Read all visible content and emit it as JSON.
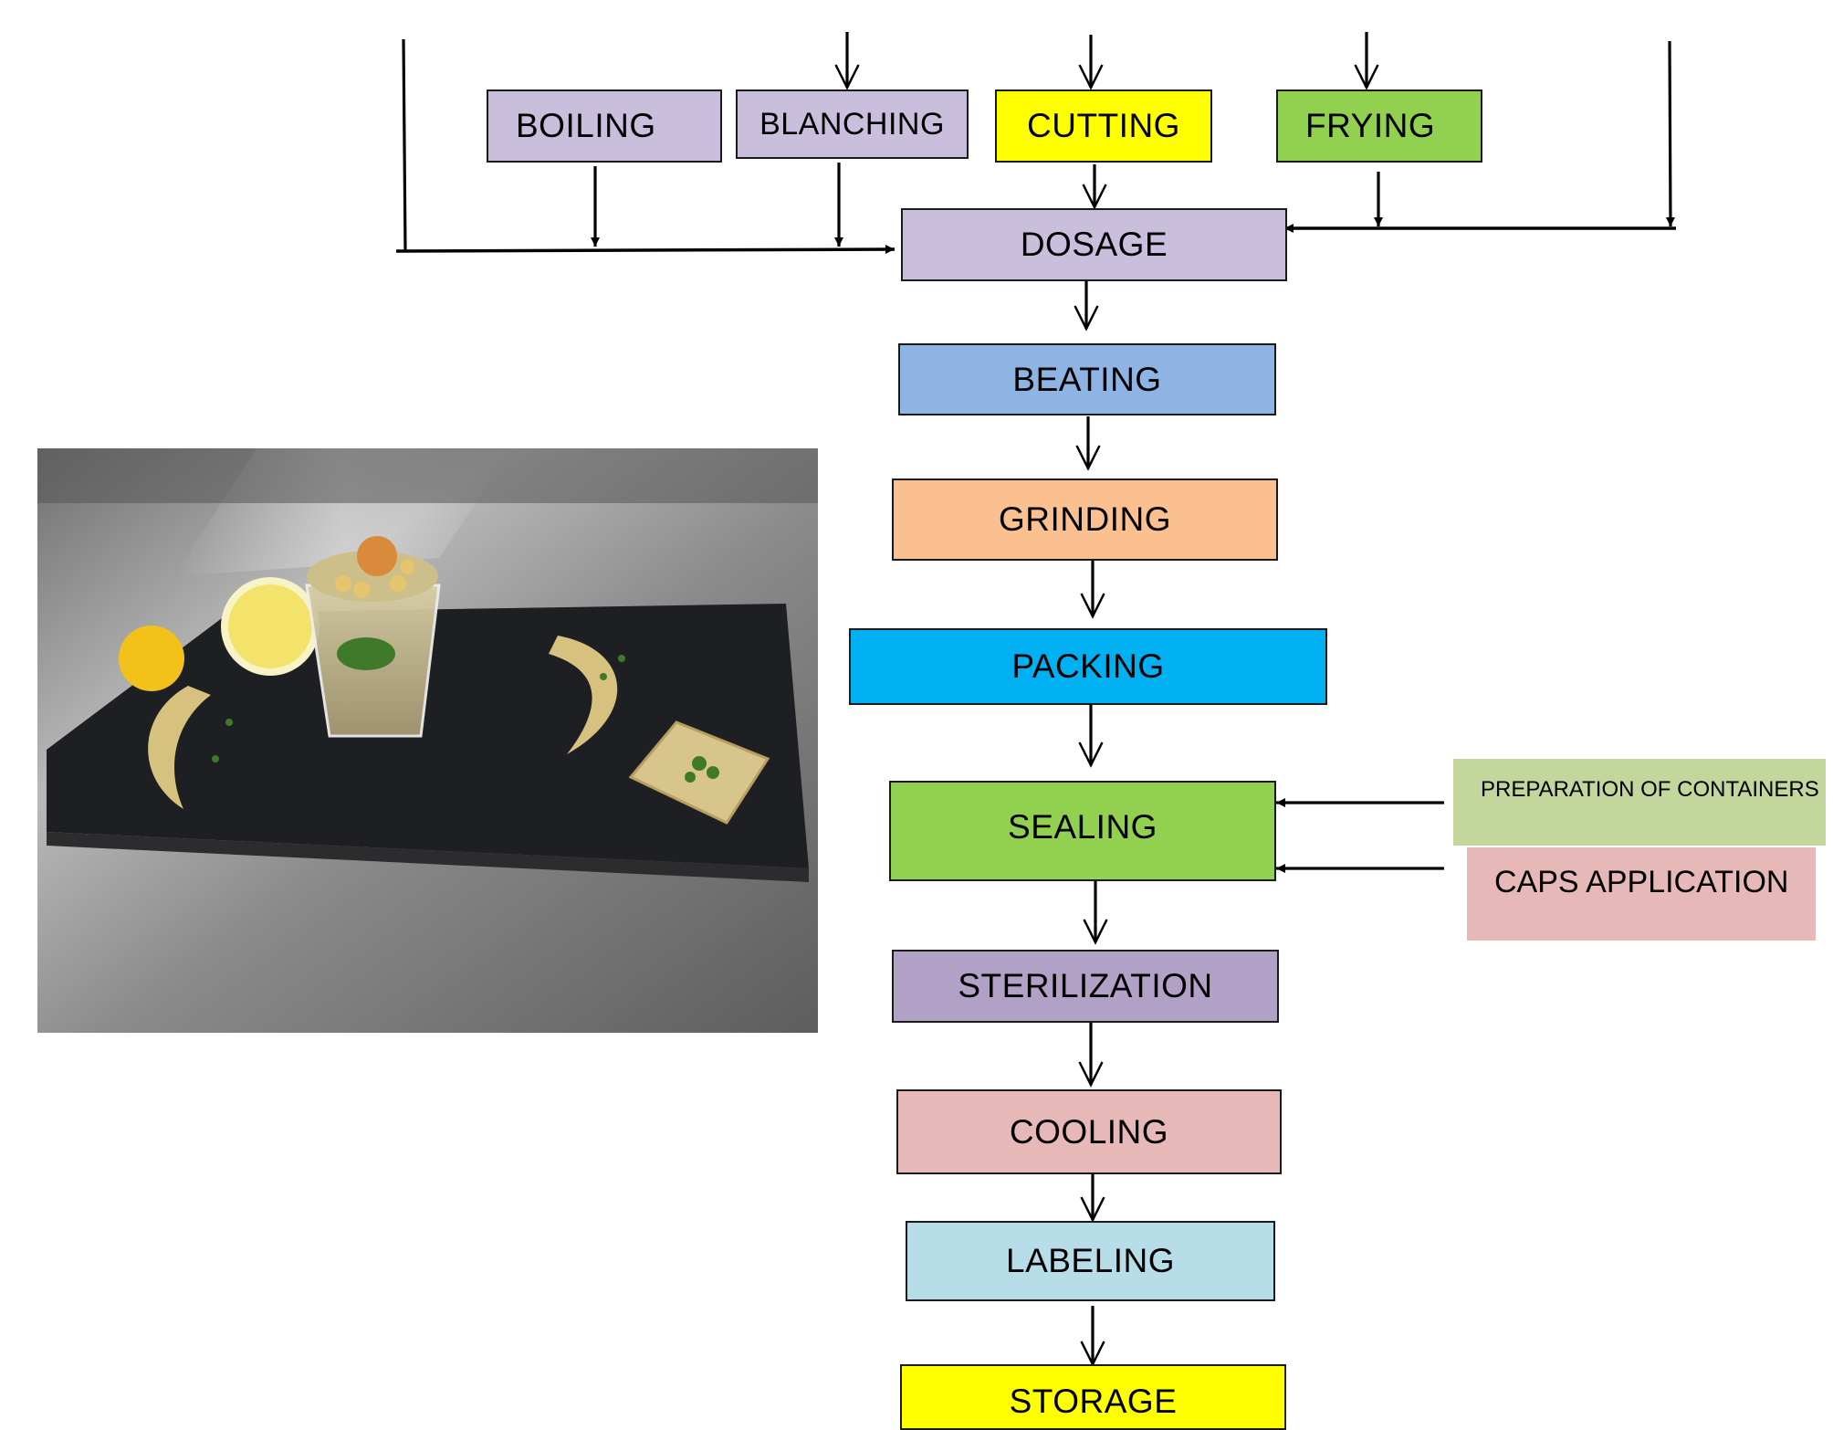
{
  "colors": {
    "lavender": "#C9BFDD",
    "yellow": "#FFFF00",
    "green": "#92D050",
    "blue": "#8EB4E3",
    "peach": "#FAC090",
    "cyan": "#00B0F0",
    "purple": "#B2A1C7",
    "pink": "#E6B9B8",
    "lightblue": "#B7DEE8",
    "lightgreen": "#C3D69B",
    "line": "#000000"
  },
  "inputs": {
    "boiling": "BOILING",
    "blanching": "BLANCHING",
    "cutting": "CUTTING",
    "frying": "FRYING"
  },
  "steps": {
    "dosage": "DOSAGE",
    "beating": "BEATING",
    "grinding": "GRINDING",
    "packing": "PACKING",
    "sealing": "SEALING",
    "sterilization": "STERILIZATION",
    "cooling": "COOLING",
    "labeling": "LABELING",
    "storage": "STORAGE"
  },
  "side_inputs": {
    "containers": "PREPARATION OF CONTAINERS",
    "caps": "CAPS APPLICATION"
  },
  "photo": {
    "subject": "plated hummus dish with lemon slice, chickpeas and parsley on black slate board"
  }
}
